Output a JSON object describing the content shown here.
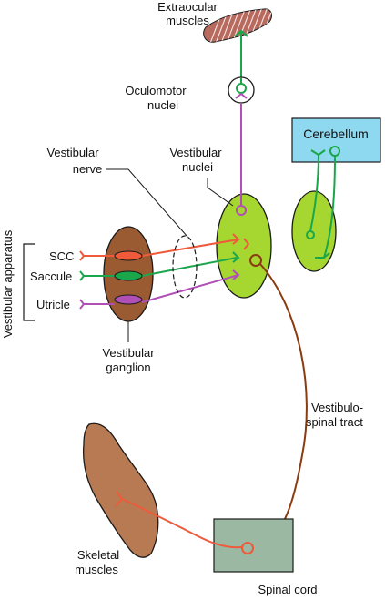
{
  "labels": {
    "extraocular_line1": "Extraocular",
    "extraocular_line2": "muscles",
    "oculomotor_line1": "Oculomotor",
    "oculomotor_line2": "nuclei",
    "vestibular_nerve_line1": "Vestibular",
    "vestibular_nerve_line2": "nerve",
    "vestibular_nuclei_line1": "Vestibular",
    "vestibular_nuclei_line2": "nuclei",
    "cerebellum": "Cerebellum",
    "vestibular_apparatus": "Vestibular apparatus",
    "scc": "SCC",
    "saccule": "Saccule",
    "utricle": "Utricle",
    "vestibular_ganglion_line1": "Vestibular",
    "vestibular_ganglion_line2": "ganglion",
    "vestibulospinal_line1": "Vestibulo-",
    "vestibulospinal_line2": "spinal tract",
    "skeletal_line1": "Skeletal",
    "skeletal_line2": "muscles",
    "spinal_cord": "Spinal cord"
  },
  "colors": {
    "scc_pathway": "#ee5a3a",
    "saccule_pathway": "#1aa64a",
    "utricle_pathway": "#b04fb5",
    "tract_pathway": "#8a3b10",
    "nuclei_fill": "#a6d630",
    "ganglion_fill": "#9a5a32",
    "muscle_fill": "#b87a52",
    "cerebellum_box": "#8ed8f0",
    "spinal_cord_box": "#9bb8a2",
    "outline": "#1a1a1a"
  },
  "icons": {
    "extraocular_muscle": "striated-muscle-icon",
    "skeletal_muscle": "muscle-icon"
  }
}
